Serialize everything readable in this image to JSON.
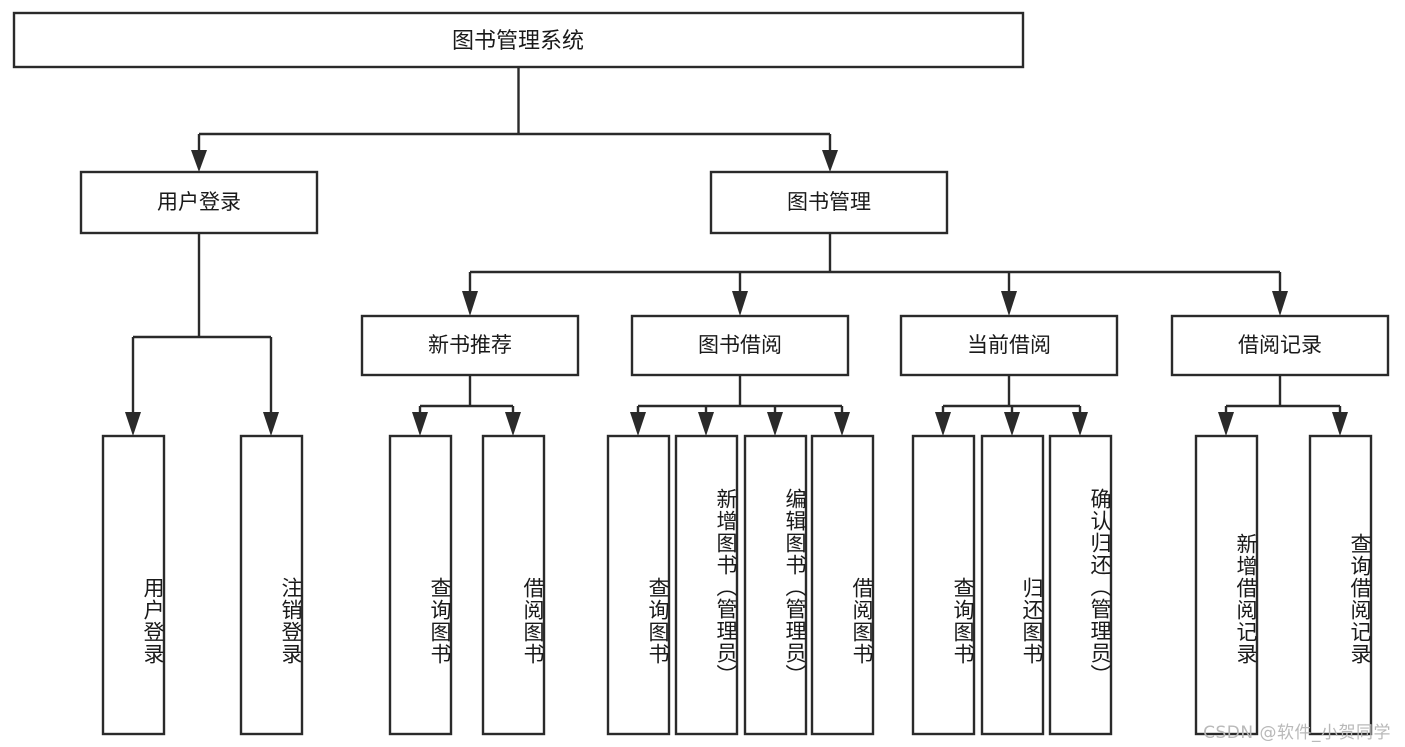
{
  "diagram": {
    "type": "tree",
    "title": "图书管理系统",
    "orientation": "top-down",
    "levels": 4,
    "colors": {
      "box_stroke": "#2a2a2a",
      "box_fill": "#ffffff",
      "connector": "#2a2a2a",
      "text": "#1a1a1a",
      "background": "#ffffff",
      "watermark": "#b9b9b9"
    }
  },
  "nodes": {
    "root": {
      "label": "图书管理系统",
      "level": 1
    },
    "level2": [
      {
        "id": "user-login",
        "label": "用户登录"
      },
      {
        "id": "book-management",
        "label": "图书管理"
      }
    ],
    "level3": [
      {
        "id": "new-book-recommend",
        "label": "新书推荐",
        "parent": "book-management"
      },
      {
        "id": "book-borrow",
        "label": "图书借阅",
        "parent": "book-management"
      },
      {
        "id": "current-borrow",
        "label": "当前借阅",
        "parent": "book-management"
      },
      {
        "id": "borrow-record",
        "label": "借阅记录",
        "parent": "book-management"
      }
    ],
    "leaves": [
      {
        "id": "leaf-user-login",
        "label": "用户登录",
        "parent": "user-login"
      },
      {
        "id": "leaf-logout-login",
        "label": "注销登录",
        "parent": "user-login"
      },
      {
        "id": "leaf-query-book-1",
        "label": "查询图书",
        "parent": "new-book-recommend"
      },
      {
        "id": "leaf-borrow-book-1",
        "label": "借阅图书",
        "parent": "new-book-recommend"
      },
      {
        "id": "leaf-query-book-2",
        "label": "查询图书",
        "parent": "book-borrow"
      },
      {
        "id": "leaf-add-book",
        "label": "新增图书（管理员）",
        "parent": "book-borrow"
      },
      {
        "id": "leaf-edit-book",
        "label": "编辑图书（管理员）",
        "parent": "book-borrow"
      },
      {
        "id": "leaf-borrow-book-2",
        "label": "借阅图书",
        "parent": "book-borrow"
      },
      {
        "id": "leaf-query-book-3",
        "label": "查询图书",
        "parent": "current-borrow"
      },
      {
        "id": "leaf-return-book",
        "label": "归还图书",
        "parent": "current-borrow"
      },
      {
        "id": "leaf-confirm-return",
        "label": "确认归还（管理员）",
        "parent": "current-borrow"
      },
      {
        "id": "leaf-add-record",
        "label": "新增借阅记录",
        "parent": "borrow-record"
      },
      {
        "id": "leaf-query-record",
        "label": "查询借阅记录",
        "parent": "borrow-record"
      }
    ]
  },
  "watermark": {
    "text": "CSDN @软件_小贺同学"
  }
}
